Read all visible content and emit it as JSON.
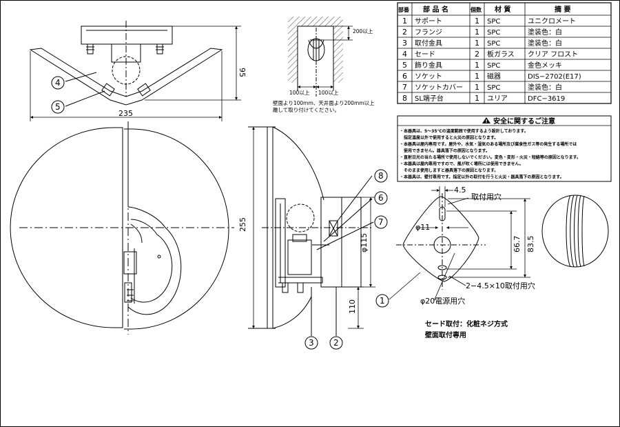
{
  "front_view": {
    "width_dim": "235",
    "height_dim": "95"
  },
  "side_view": {
    "height_dim": "255",
    "dia_dim": "φ115",
    "offset_dim": "110"
  },
  "install_diagram": {
    "top_clearance": "200以上",
    "left_clearance": "100以上",
    "right_clearance": "100以上",
    "note_line1": "壁面より100mm、天井面より200mm以上",
    "note_line2": "離して取り付けてください。"
  },
  "plate_view": {
    "dim_4_5": "4.5",
    "mount_hole_label": "取付用穴",
    "dia_11": "φ11",
    "dim_66_7": "66.7",
    "dim_83_5": "83.5",
    "slot_label": "2−4.5×10取付用穴",
    "power_hole_label": "φ20電源用穴"
  },
  "shade_note": {
    "line1": "セード取付：化粧ネジ方式",
    "line2": "壁面取付専用"
  },
  "callouts": [
    "1",
    "2",
    "3",
    "4",
    "5",
    "6",
    "7",
    "8"
  ],
  "parts_table": {
    "headers": [
      "部番",
      "部 品 名",
      "個数",
      "材 質",
      "摘 要"
    ],
    "rows": [
      [
        "1",
        "サポート",
        "1",
        "SPC",
        "ユニクロメート"
      ],
      [
        "2",
        "フランジ",
        "1",
        "SPC",
        "塗装色：白"
      ],
      [
        "3",
        "取付金具",
        "1",
        "SPC",
        "塗装色：白"
      ],
      [
        "4",
        "セード",
        "2",
        "板ガラス",
        "クリア フロスト"
      ],
      [
        "5",
        "飾り金具",
        "1",
        "SPC",
        "金色メッキ"
      ],
      [
        "6",
        "ソケット",
        "1",
        "磁器",
        "DIS−2702(E17)"
      ],
      [
        "7",
        "ソケットカバー",
        "1",
        "SPC",
        "塗装色：白"
      ],
      [
        "8",
        "SL端子台",
        "1",
        "ユリア",
        "DFC−3619"
      ]
    ]
  },
  "safety": {
    "icon": "warning-triangle-icon",
    "title": "安全に関するご注意",
    "lines": [
      "・本器具は、5〜35℃の温度範囲で使用するよう設計しております。",
      "　指定温度以外で使用すると火災の原因となります。",
      "・本器具は屋内専用です。屋外や、水気・湿気のある場所及び腐食性ガス等の発生する場所では",
      "　使用できません。器具落下の原因となります。",
      "・直射日光の当たる場所で使用しないでください。変色・変形・火災・短絡等の原因となります。",
      "・本器具は屋内専用ですので、風が吹く場所には使用できません。",
      "　そのまま使用しますと器具落下の原因となります。",
      "・本器具は、壁付専用です。指定以外の取付を行うと火災・器具落下の原因となります。"
    ]
  }
}
